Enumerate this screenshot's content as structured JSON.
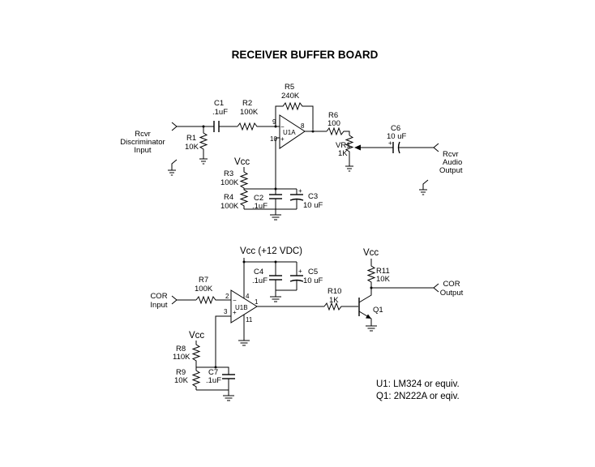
{
  "title": "RECEIVER BUFFER BOARD",
  "receiver": {
    "input_label": [
      "Rcvr",
      "Discriminator",
      "Input"
    ],
    "output_label": [
      "Rcvr",
      "Audio",
      "Output"
    ],
    "r1": {
      "name": "R1",
      "value": "10K"
    },
    "c1": {
      "name": "C1",
      "value": ".1uF"
    },
    "r2": {
      "name": "R2",
      "value": "100K"
    },
    "r5": {
      "name": "R5",
      "value": "240K"
    },
    "u1a": {
      "name": "U1A",
      "pin_inv": "9",
      "pin_noninv": "10",
      "pin_out": "8"
    },
    "r6": {
      "name": "R6",
      "value": "100"
    },
    "vr1": {
      "name": "VR1",
      "value": "1K"
    },
    "c6": {
      "name": "C6",
      "value": "10 uF",
      "polarity": "+"
    },
    "vcc": "Vcc",
    "r3": {
      "name": "R3",
      "value": "100K"
    },
    "r4": {
      "name": "R4",
      "value": "100K"
    },
    "c2": {
      "name": "C2",
      "value": ".1uF"
    },
    "c3": {
      "name": "C3",
      "value": "10 uF",
      "polarity": "+"
    }
  },
  "cor": {
    "input_label": [
      "COR",
      "Input"
    ],
    "output_label": [
      "COR",
      "Output"
    ],
    "vcc_main": "Vcc (+12 VDC)",
    "c4": {
      "name": "C4",
      "value": ".1uF"
    },
    "c5": {
      "name": "C5",
      "value": "10 uF",
      "polarity": "+"
    },
    "r7": {
      "name": "R7",
      "value": "100K"
    },
    "u1b": {
      "name": "U1B",
      "pin_inv": "2",
      "pin_noninv": "3",
      "pin_vcc": "4",
      "pin_out": "1",
      "pin_gnd": "11"
    },
    "r10": {
      "name": "R10",
      "value": "1K"
    },
    "q1": {
      "name": "Q1"
    },
    "vcc_q": "Vcc",
    "r11": {
      "name": "R11",
      "value": "10K"
    },
    "vcc_div": "Vcc",
    "r8": {
      "name": "R8",
      "value": "110K"
    },
    "r9": {
      "name": "R9",
      "value": "10K"
    },
    "c7": {
      "name": "C7",
      "value": ".1uF"
    }
  },
  "notes": [
    "U1: LM324 or equiv.",
    "Q1: 2N222A or eqiv."
  ]
}
